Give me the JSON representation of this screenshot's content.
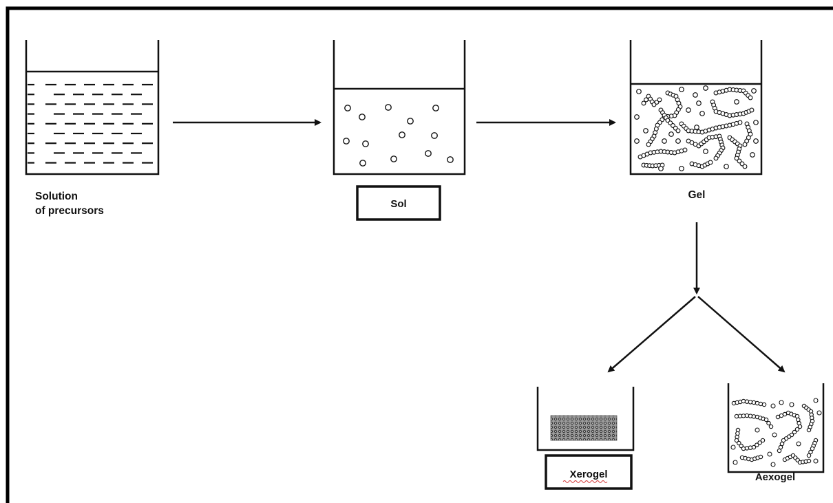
{
  "colors": {
    "ink": "#111111",
    "background": "#ffffff",
    "frame": "#000000",
    "misspell_underline": "#d23a3a"
  },
  "labels": {
    "solution_line1": "Solution",
    "solution_line2": "of precursors",
    "sol": "Sol",
    "gel": "Gel",
    "xerogel": "Xerogel",
    "aexogel": "Aexogel"
  },
  "icons": {
    "arrow": "arrow-icon",
    "beaker": "beaker-icon"
  }
}
